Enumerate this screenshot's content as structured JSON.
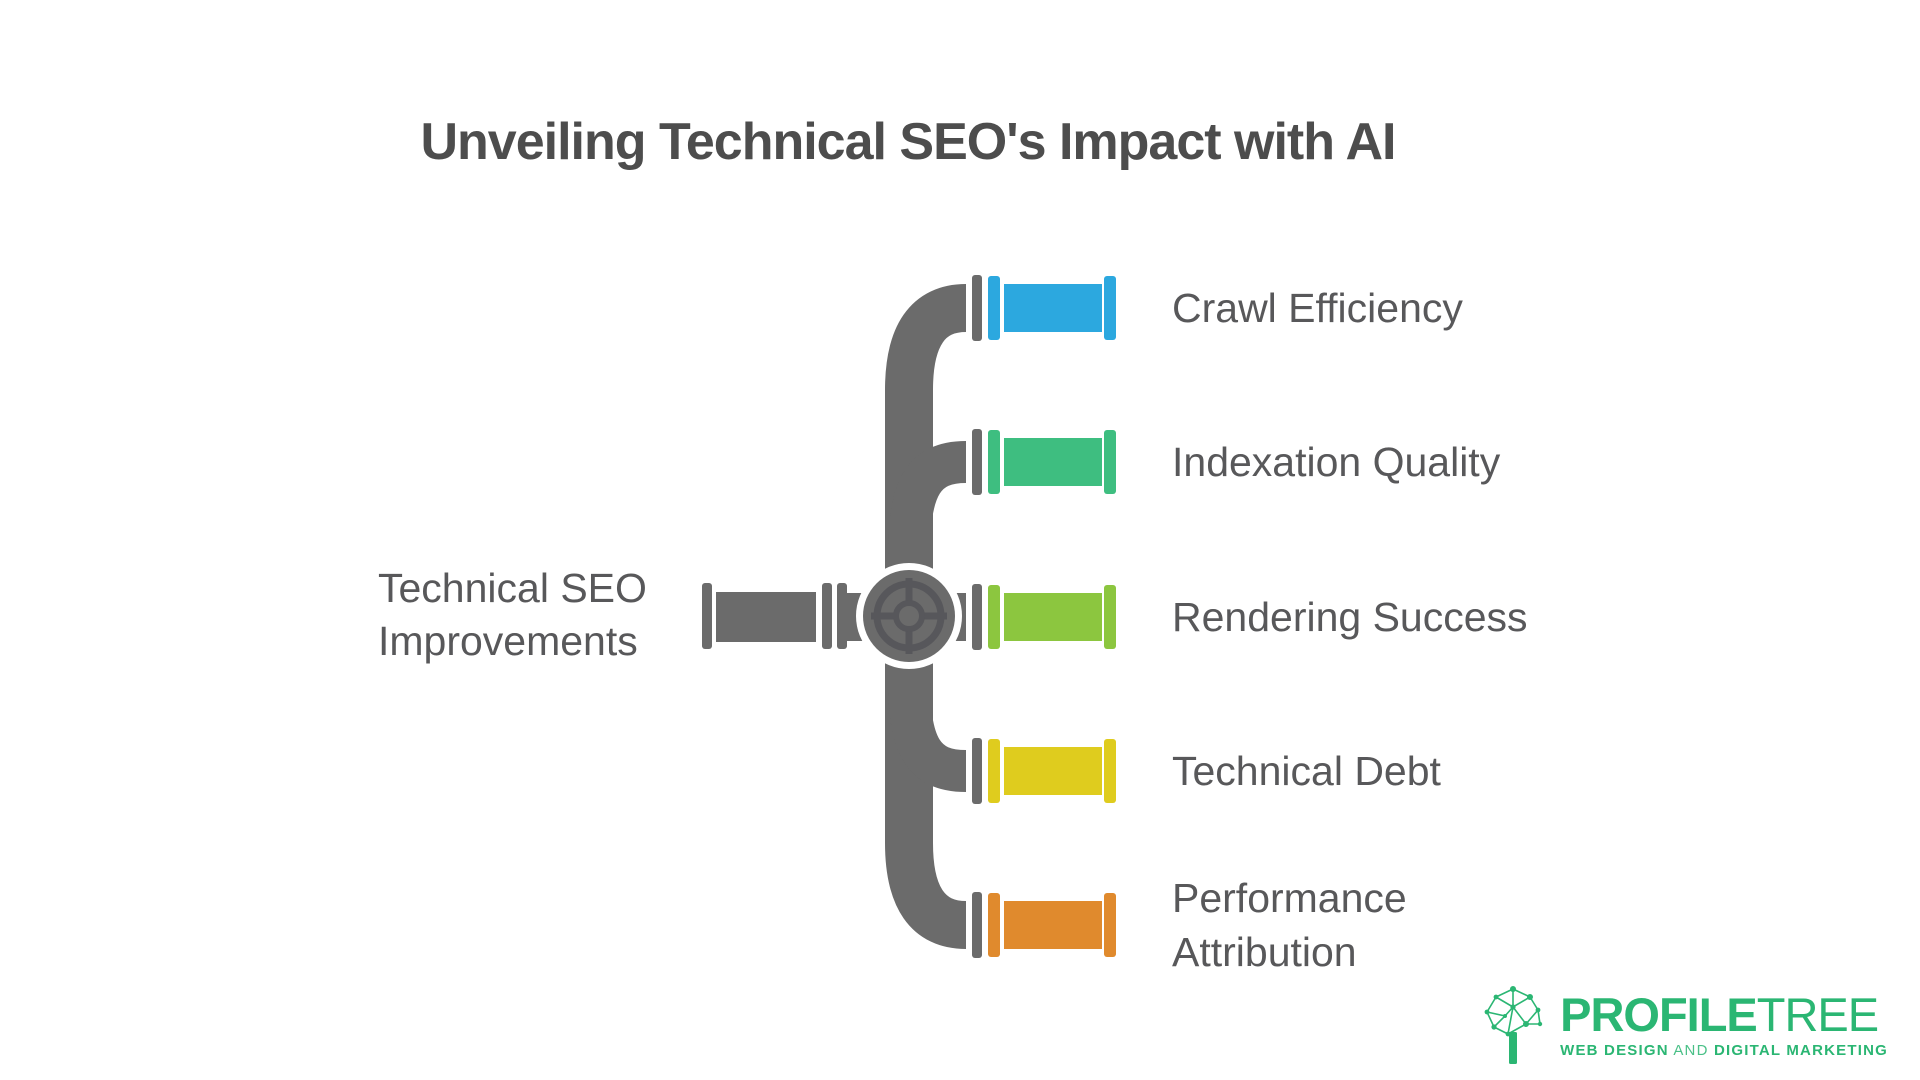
{
  "title": "Unveiling Technical SEO's Impact with AI",
  "source": {
    "label": "Technical SEO Improvements",
    "label_lines": [
      "Technical SEO",
      "Improvements"
    ]
  },
  "branches": [
    {
      "label": "Crawl Efficiency",
      "color": "#2ca8df"
    },
    {
      "label": "Indexation Quality",
      "color": "#3ebe80"
    },
    {
      "label": "Rendering Success",
      "color": "#8cc63f"
    },
    {
      "label": "Technical Debt",
      "color": "#dfcc1e"
    },
    {
      "label": "Performance Attribution",
      "color": "#e08a2d",
      "label_lines": [
        "Performance",
        "Attribution"
      ]
    }
  ],
  "colors": {
    "pipe_gray": "#6b6b6b",
    "pipe_detail_gray": "#57575b",
    "label_text": "#58585a",
    "title_text": "#4d4d4d",
    "logo_green": "#2bb673",
    "background": "#ffffff"
  },
  "logo": {
    "name": "PROFILETREE",
    "name_bold": "PROFILE",
    "name_light": "TREE",
    "tagline": "WEB DESIGN AND DIGITAL MARKETING",
    "tagline_bold1": "WEB DESIGN",
    "tagline_light": "AND",
    "tagline_bold2": "DIGITAL MARKETING"
  }
}
